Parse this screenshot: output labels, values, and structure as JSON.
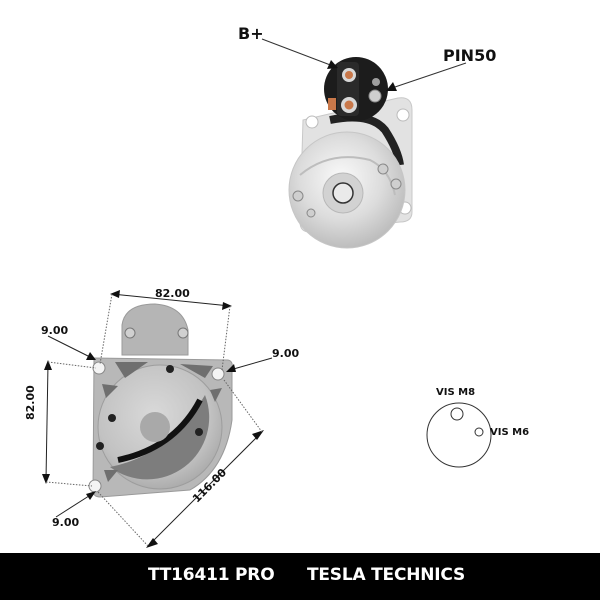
{
  "top_view": {
    "labels": {
      "b_plus": "B+",
      "pin50": "PIN50"
    }
  },
  "dimension_view": {
    "width_top": "82.00",
    "height_left": "82.00",
    "diagonal": "116.00",
    "hole_top_left": "9.00",
    "hole_top_right": "9.00",
    "hole_bottom_left": "9.00"
  },
  "bolt_diagram": {
    "screw_m8": "VIS M8",
    "screw_m6": "VIS M6"
  },
  "footer": {
    "part_number": "TT16411 PRO",
    "brand": "TESLA TECHNICS"
  },
  "colors": {
    "footer_bg": "#000000",
    "footer_text": "#ffffff",
    "metal_light": "#e4e4e4",
    "metal_dark": "#a9a9a9",
    "solenoid_black": "#1c1c1c",
    "copper": "#c9784a"
  }
}
